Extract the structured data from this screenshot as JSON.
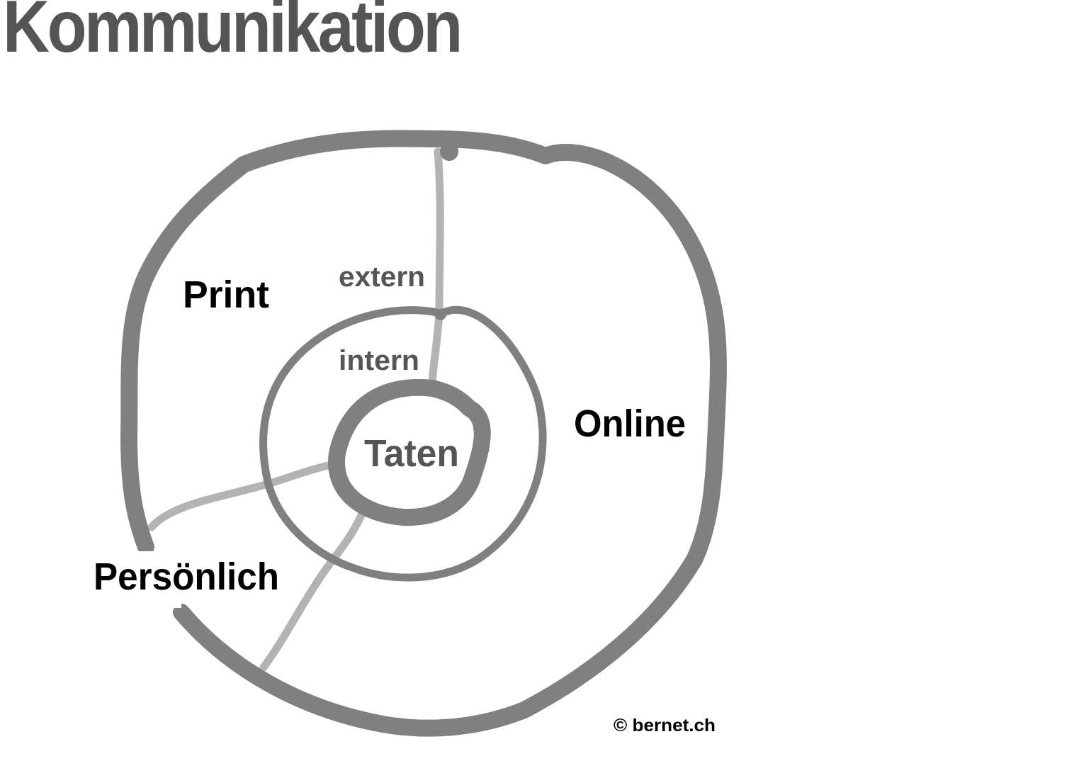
{
  "title": "Kommunikation",
  "sectors": {
    "print": "Print",
    "online": "Online",
    "personal": "Persönlich"
  },
  "layers": {
    "external": "extern",
    "internal": "intern",
    "core": "Taten"
  },
  "copyright": "© bernet.ch",
  "colors": {
    "title": "#555555",
    "ring": "#808080",
    "divider": "#b3b3b3",
    "sector_label": "#000000",
    "layer_label": "#555555",
    "background": "#ffffff"
  }
}
